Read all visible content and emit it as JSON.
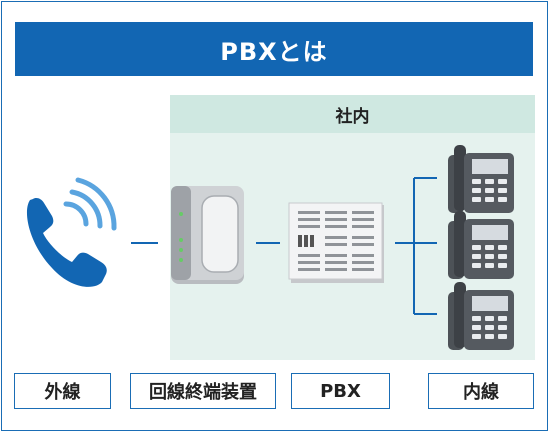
{
  "title": "PBXとは",
  "company_zone_label": "社内",
  "labels": {
    "outside_line": "外線",
    "terminal_device": "回線終端装置",
    "pbx": "PBX",
    "extension": "内線"
  },
  "colors": {
    "primary_blue": "#1266b3",
    "zone_bg": "#e5f2ee",
    "zone_header": "#cfe8e1"
  },
  "icons": [
    "handset-icon",
    "onu-router-icon",
    "pbx-server-icon",
    "desk-phone-icon"
  ]
}
